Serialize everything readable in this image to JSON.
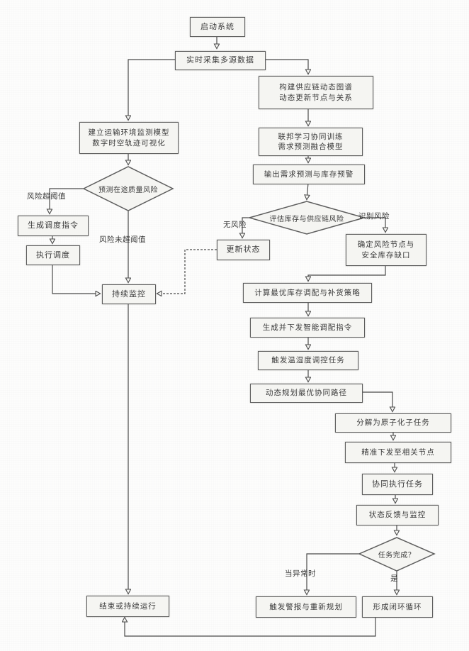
{
  "nodes": {
    "start": {
      "label": "启动系统"
    },
    "collect": {
      "label": "实时采集多源数据"
    },
    "env_model": {
      "line1": "建立运输环境监测模型",
      "line2": "数字时空轨迹可视化"
    },
    "quality_decision": {
      "label": "预测在途质量风险"
    },
    "gen_dispatch": {
      "label": "生成调度指令"
    },
    "exec_dispatch": {
      "label": "执行调度"
    },
    "monitor": {
      "label": "持续监控"
    },
    "build_graph": {
      "line1": "构建供应链动态图谱",
      "line2": "动态更新节点与关系"
    },
    "federated": {
      "line1": "联邦学习协同训练",
      "line2": "需求预测融合模型"
    },
    "output_forecast": {
      "label": "输出需求预测与库存预警"
    },
    "supply_decision": {
      "label": "评估库存与供应链风险"
    },
    "update_status": {
      "label": "更新状态"
    },
    "risk_gap": {
      "line1": "确定风险节点与",
      "line2": "安全库存缺口"
    },
    "calc_strategy": {
      "label": "计算最优库存调配与补货策略"
    },
    "issue_orders": {
      "label": "生成并下发智能调配指令"
    },
    "climate_task": {
      "label": "触发温湿度调控任务"
    },
    "plan_path": {
      "label": "动态规划最优协同路径"
    },
    "atomize": {
      "label": "分解为原子化子任务"
    },
    "send_nodes": {
      "label": "精准下发至相关节点"
    },
    "execute": {
      "label": "协同执行任务"
    },
    "feedback": {
      "label": "状态反馈与监控"
    },
    "done_decision": {
      "label": "任务完成？"
    },
    "alert_replan": {
      "label": "触发警报与重新规划"
    },
    "closed_loop": {
      "label": "形成闭环循环"
    },
    "end": {
      "label": "结束或持续运行"
    }
  },
  "edge_labels": {
    "risk_over": "风险超阈值",
    "risk_under": "风险未超阈值",
    "no_risk": "无风险",
    "risk_found": "识别风险",
    "on_abnormal": "当异常时",
    "yes": "是"
  },
  "colors": {
    "line": "#4a4a4a",
    "box_border": "#5e5e5e",
    "box_fill": "#f5f5f2",
    "text": "#3a3a3a"
  }
}
